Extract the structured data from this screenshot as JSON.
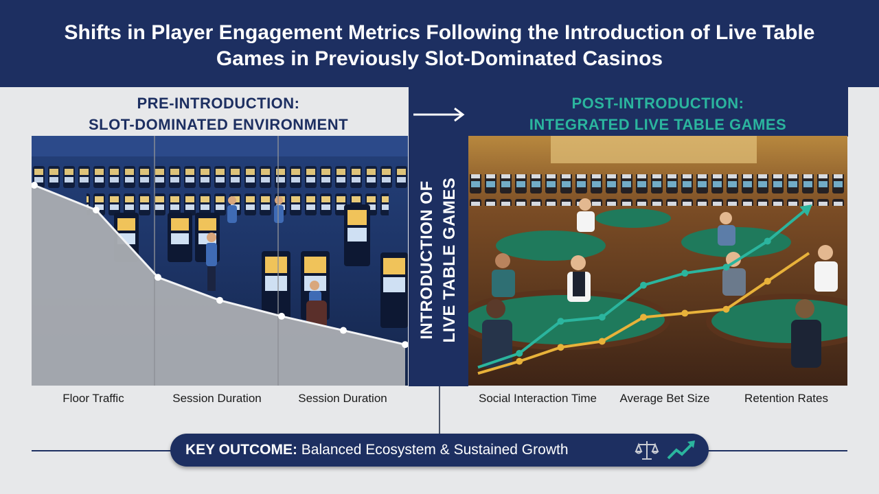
{
  "header": {
    "title": "Shifts in Player Engagement Metrics Following the Introduction of Live Table Games in Previously Slot-Dominated Casinos"
  },
  "left_panel": {
    "title_line1": "PRE-INTRODUCTION:",
    "title_line2": "SLOT-DOMINATED ENVIRONMENT",
    "labels": [
      "Floor Traffic",
      "Session Duration",
      "Session Duration"
    ]
  },
  "divider": {
    "text_line1": "INTRODUCTION OF",
    "text_line2": "LIVE TABLE GAMES"
  },
  "right_panel": {
    "title_line1": "POST-INTRODUCTION:",
    "title_line2": "INTEGRATED LIVE TABLE GAMES",
    "labels": [
      "Social Interaction Time",
      "Average Bet Size",
      "Retention Rates"
    ]
  },
  "key_outcome": {
    "label": "KEY OUTCOME:",
    "text": " Balanced Ecosystem & Sustained Growth"
  },
  "icons": [
    "arrow-right-icon",
    "scales-icon",
    "trend-up-icon"
  ],
  "colors": {
    "navy": "#1d2f61",
    "teal": "#2bb59e",
    "gold": "#e8b23a",
    "decline": "#a9acb1"
  },
  "chart_data": [
    {
      "type": "area",
      "series": [
        {
          "values": [
            100,
            86,
            48,
            35,
            26,
            18,
            10
          ]
        }
      ],
      "trend": "decline"
    },
    {
      "type": "line",
      "series": [
        {
          "color": "teal",
          "values": [
            5,
            12,
            28,
            30,
            46,
            52,
            55,
            68,
            85
          ]
        },
        {
          "color": "gold",
          "values": [
            2,
            8,
            15,
            18,
            30,
            32,
            34,
            48,
            62
          ]
        }
      ],
      "trend": "growth"
    }
  ]
}
